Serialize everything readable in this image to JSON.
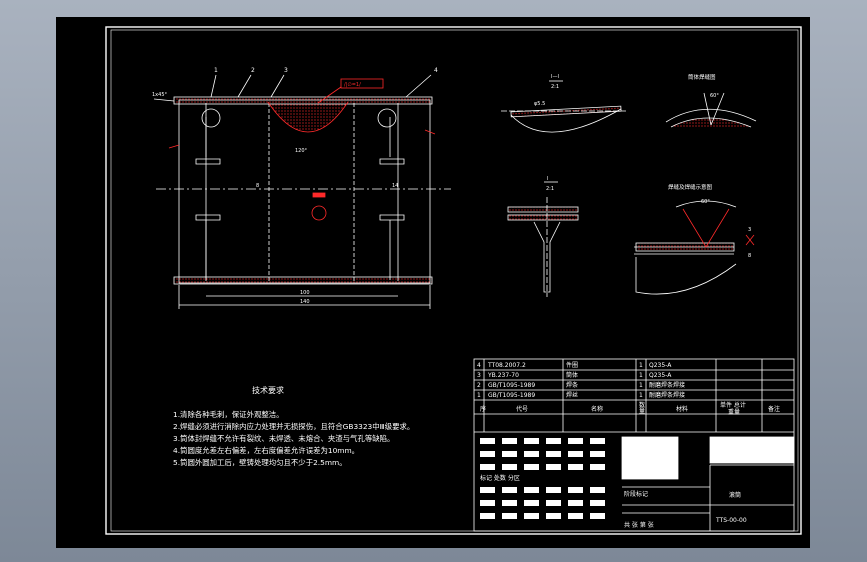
{
  "drawing": {
    "requirements_title": "技术要求",
    "requirements": [
      "1.清除各种毛刺，保证外观整洁。",
      "2.焊缝必须进行消除内应力处理并无损探伤，且符合GB3323中Ⅲ级要求。",
      "3.筒体封焊缝不允许有裂纹、未焊透、未熔合、夹渣与气孔等缺陷。",
      "4.筒圆度允差左右偏差，左右度偏差允许误差为10mm。",
      "5.筒圆外圆加工后，壁铸处理均匀且不少于2.5mm。"
    ],
    "labels": {
      "n1": "1",
      "n2": "2",
      "n3": "3",
      "n4": "4",
      "chamfer": "1x45°",
      "angle": "120°",
      "weld_symbol": "/|∅=1/",
      "dim_100": "100",
      "dim_140": "140",
      "dim_side_a": "8",
      "dim_side_b": "14",
      "detail_top_label": "I—I",
      "detail_top_scale": "2:1",
      "detail_top_dim": "φ5.5",
      "detail_tr_title": "筒体焊缝图",
      "detail_tr_angle": "60°",
      "detail_mid_label": "I",
      "detail_mid_scale": "2:1",
      "detail_br_title": "焊缝及焊缝示意图",
      "detail_br_angle": "60°",
      "detail_br_dim": "3",
      "dim_8": "8"
    },
    "parts_table": {
      "rows": [
        [
          "4",
          "TT08.2007.2",
          "件圈",
          "1",
          "Q235-A",
          "",
          ""
        ],
        [
          "3",
          "YB.237-70",
          "筒体",
          "1",
          "Q235-A",
          "",
          ""
        ],
        [
          "2",
          "GB/T1095-1989",
          "焊条",
          "1",
          "耐磨焊条焊接",
          "",
          ""
        ],
        [
          "1",
          "GB/T1095-1989",
          "焊丝",
          "1",
          "耐磨焊条焊接",
          "",
          ""
        ]
      ],
      "header": [
        "序",
        "代号",
        "名称",
        "数",
        "材料",
        "单件 总计",
        "备注"
      ],
      "header_sub": [
        "",
        "",
        "",
        "量",
        "",
        "重量",
        ""
      ]
    },
    "title_block": {
      "name": "滚筒",
      "code": "TTS-00-00",
      "sheet": "共 张   第 张",
      "mark": "标记 处数 分区",
      "stage": "阶段标记"
    }
  },
  "colors": {
    "line": "#ffffff",
    "hatch": "#ff2a2a",
    "frame": "#ffffff",
    "background": "#000000",
    "outer": "#8f99a6"
  }
}
